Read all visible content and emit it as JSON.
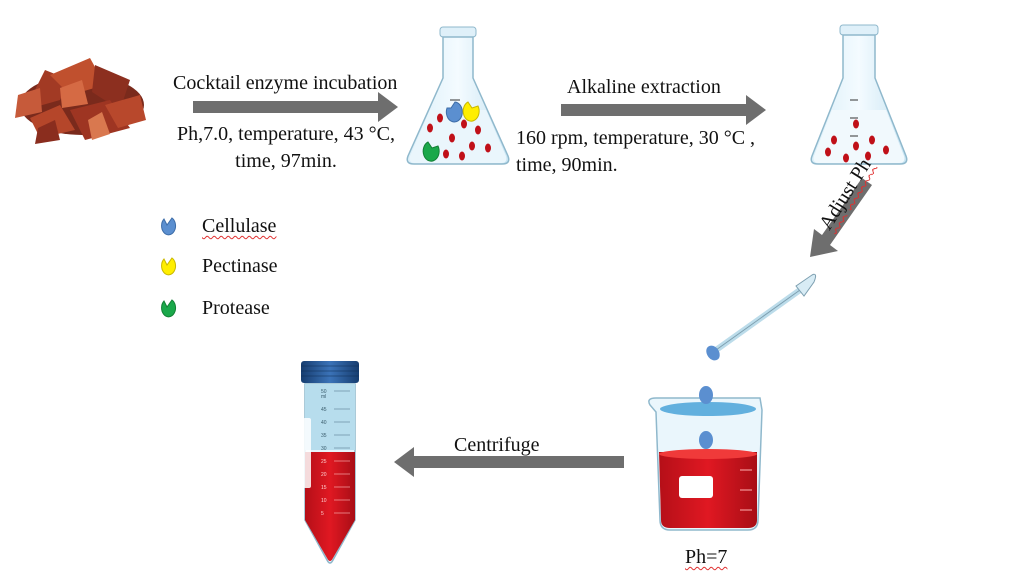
{
  "step1": {
    "title": "Cocktail enzyme incubation",
    "line1": "Ph,7.0, temperature, 43 °C,",
    "line2": "time, 97min."
  },
  "step2": {
    "title": "Alkaline extraction",
    "line1": "160 rpm, temperature,  30 °C ,",
    "line2": "time, 90min."
  },
  "step3": {
    "label": "Adjust Ph"
  },
  "step4": {
    "label": "Centrifuge"
  },
  "beaker_label": "Ph=7",
  "legend": [
    {
      "label": "Cellulase",
      "color": "#5b8fd0",
      "icon": "cellulase-enzyme-icon"
    },
    {
      "label": "Pectinase",
      "color": "#ffee00",
      "icon": "pectinase-enzyme-icon"
    },
    {
      "label": "Protease",
      "color": "#1aa84a",
      "icon": "protease-enzyme-icon"
    }
  ],
  "tube_scale": [
    "50",
    "ml",
    "45",
    "40",
    "35",
    "30",
    "25",
    "20",
    "15",
    "10",
    "5"
  ],
  "colors": {
    "arrow": "#6e6e6e",
    "extract": "#d4141e",
    "glass": "#a9d7ec",
    "cap": "#1d4f8e"
  }
}
